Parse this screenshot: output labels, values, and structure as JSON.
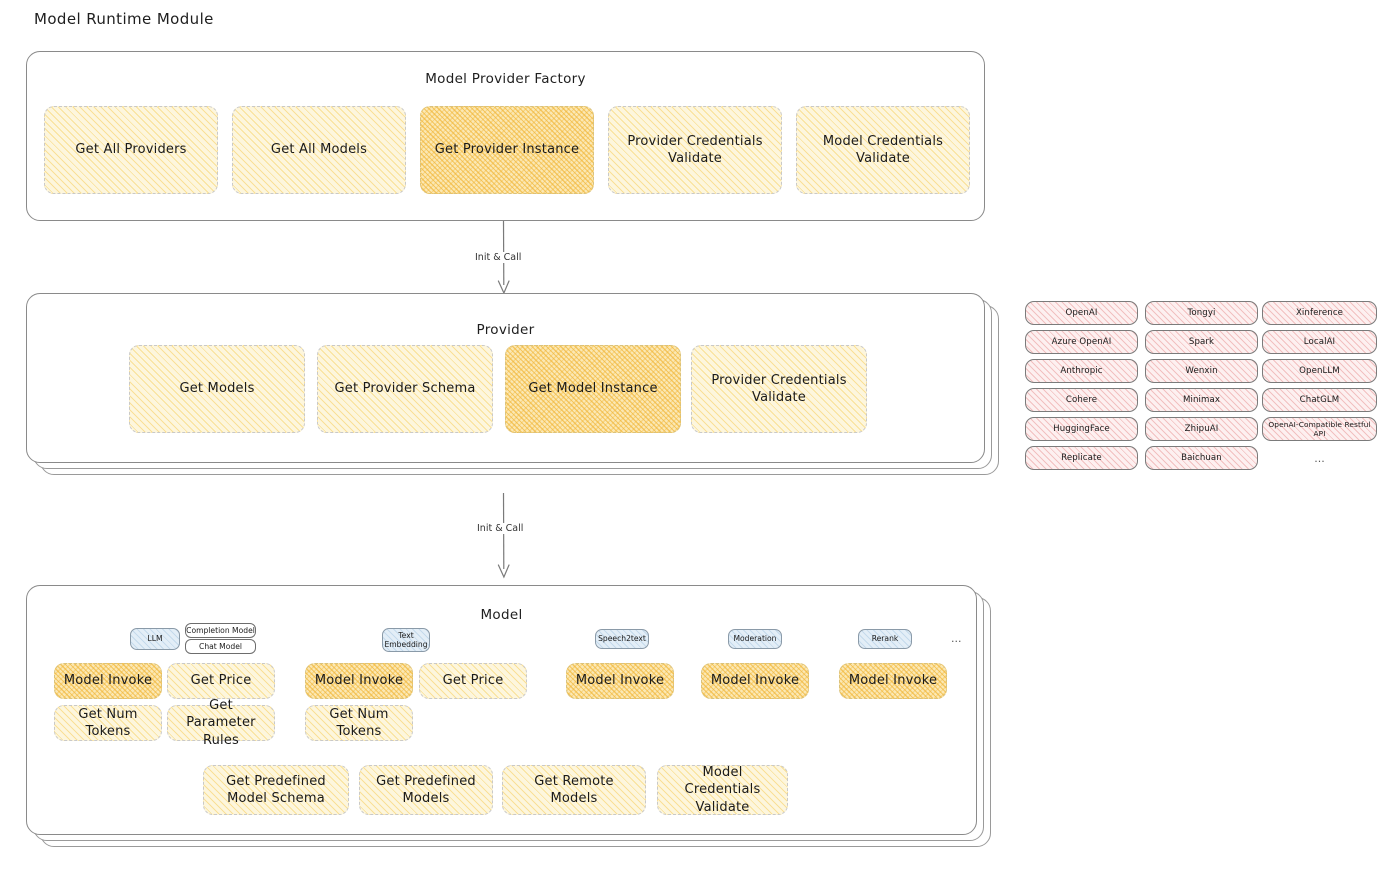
{
  "page": {
    "title": "Model Runtime Module"
  },
  "factory": {
    "title": "Model Provider Factory",
    "nodes": [
      {
        "label": "Get All Providers",
        "highlight": false
      },
      {
        "label": "Get All Models",
        "highlight": false
      },
      {
        "label": "Get Provider Instance",
        "highlight": true
      },
      {
        "label": "Provider Credentials Validate",
        "highlight": false
      },
      {
        "label": "Model Credentials Validate",
        "highlight": false
      }
    ]
  },
  "arrows": [
    {
      "label": "Init & Call"
    },
    {
      "label": "Init & Call"
    }
  ],
  "provider": {
    "title": "Provider",
    "nodes": [
      {
        "label": "Get Models",
        "highlight": false
      },
      {
        "label": "Get Provider Schema",
        "highlight": false
      },
      {
        "label": "Get Model Instance",
        "highlight": true
      },
      {
        "label": "Provider Credentials Validate",
        "highlight": false
      }
    ]
  },
  "provider_list": {
    "columns": [
      [
        "OpenAI",
        "Azure OpenAI",
        "Anthropic",
        "Cohere",
        "HuggingFace",
        "Replicate"
      ],
      [
        "Tongyi",
        "Spark",
        "Wenxin",
        "Minimax",
        "ZhipuAI",
        "Baichuan"
      ],
      [
        "Xinference",
        "LocalAI",
        "OpenLLM",
        "ChatGLM",
        "OpenAI-Compatible Restful API"
      ]
    ],
    "ellipsis": "..."
  },
  "model": {
    "title": "Model",
    "ellipsis": "...",
    "types": [
      {
        "name": "LLM",
        "subtypes": [
          "Completion Model",
          "Chat Model"
        ],
        "methods": [
          {
            "label": "Model Invoke",
            "highlight": true
          },
          {
            "label": "Get Price",
            "highlight": false
          },
          {
            "label": "Get Num Tokens",
            "highlight": false
          },
          {
            "label": "Get Parameter Rules",
            "highlight": false
          }
        ]
      },
      {
        "name": "Text Embedding",
        "subtypes": [],
        "methods": [
          {
            "label": "Model Invoke",
            "highlight": true
          },
          {
            "label": "Get Price",
            "highlight": false
          },
          {
            "label": "Get Num Tokens",
            "highlight": false
          }
        ]
      },
      {
        "name": "Speech2text",
        "subtypes": [],
        "methods": [
          {
            "label": "Model Invoke",
            "highlight": true
          }
        ]
      },
      {
        "name": "Moderation",
        "subtypes": [],
        "methods": [
          {
            "label": "Model Invoke",
            "highlight": true
          }
        ]
      },
      {
        "name": "Rerank",
        "subtypes": [],
        "methods": [
          {
            "label": "Model Invoke",
            "highlight": true
          }
        ]
      }
    ],
    "shared_methods": [
      {
        "label": "Get Predefined Model Schema"
      },
      {
        "label": "Get Predefined Models"
      },
      {
        "label": "Get Remote Models"
      },
      {
        "label": "Model Credentials Validate"
      }
    ]
  },
  "colors": {
    "node_fill": "#fdf6dd",
    "node_highlight_fill": "#fbe8b4",
    "chip_fill": "#fdf0f0",
    "badge_fill": "#e3eef7",
    "card_border": "#8a8a8a",
    "text": "#1a1a1a"
  }
}
